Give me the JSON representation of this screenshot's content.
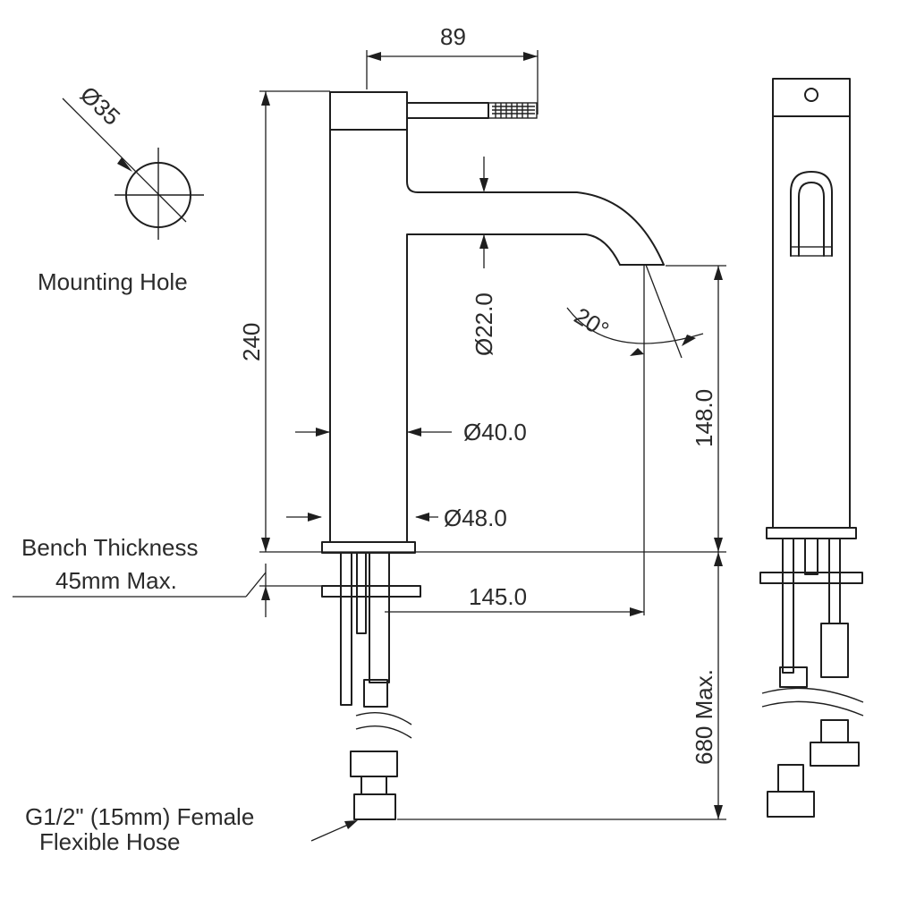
{
  "labels": {
    "dim_top_width": "89",
    "dim_mount_dia": "Ø35",
    "mounting_hole": "Mounting Hole",
    "dim_height": "240",
    "dim_hose_dia": "Ø22.0",
    "dim_angle": "20°",
    "dim_spout_height": "148.0",
    "dim_body_dia": "Ø40.0",
    "dim_base_dia": "Ø48.0",
    "bench_line1": "Bench Thickness",
    "bench_line2": "45mm Max.",
    "dim_reach": "145.0",
    "dim_hose_len": "680 Max.",
    "hose_line1": "G1/2\" (15mm) Female",
    "hose_line2": "Flexible Hose"
  }
}
